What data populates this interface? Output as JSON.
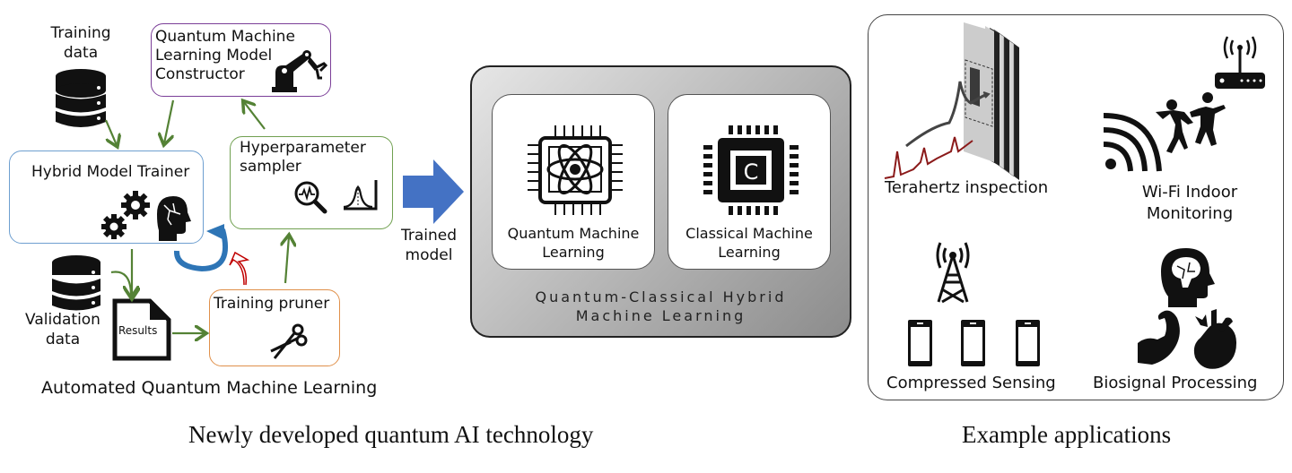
{
  "left_section": {
    "training_data_label": [
      "Training",
      "data"
    ],
    "constructor_box": {
      "title": [
        "Quantum Machine",
        "Learning Model",
        "Constructor"
      ],
      "icon": "robot-arm-icon",
      "border_color": "#7b3f98"
    },
    "trainer_box": {
      "title": "Hybrid Model Trainer",
      "icons": [
        "gears-icon",
        "brain-head-icon"
      ],
      "border_color": "#6e9fd0"
    },
    "hyperparameter_box": {
      "title": [
        "Hyperparameter",
        "sampler"
      ],
      "icons": [
        "magnifier-signal-icon",
        "gaussian-distribution-icon"
      ],
      "border_color": "#70a050"
    },
    "validation_data_label": [
      "Validation",
      "data"
    ],
    "results_label": "Results",
    "pruner_box": {
      "title": "Training pruner",
      "icon": "scissors-icon",
      "border_color": "#e0904a"
    },
    "section_title": "Automated Quantum Machine Learning",
    "arrow_color": "#548235",
    "loop_arrow_color": "#2e75b6",
    "prune_arrow_color": "#c00000"
  },
  "middle_section": {
    "arrow_label": [
      "Trained",
      "model"
    ],
    "arrow_color": "#4472c4",
    "quantum_card": {
      "title": [
        "Quantum Machine",
        "Learning"
      ],
      "icon": "quantum-chip-icon"
    },
    "classical_card": {
      "title": [
        "Classical Machine",
        "Learning"
      ],
      "icon": "classical-chip-icon",
      "chip_letter": "C"
    },
    "hybrid_title": [
      "Quantum-Classical Hybrid",
      "Machine Learning"
    ]
  },
  "right_section": {
    "apps": [
      {
        "label": "Terahertz inspection",
        "icon": "terahertz-panel-icon"
      },
      {
        "label": [
          "Wi-Fi Indoor",
          "Monitoring"
        ],
        "icon": "wifi-people-icon"
      },
      {
        "label": "Compressed Sensing",
        "icon": "tower-phones-icon"
      },
      {
        "label": "Biosignal Processing",
        "icon": "brain-muscle-heart-icon"
      }
    ]
  },
  "captions": {
    "left": "Newly developed quantum AI technology",
    "right": "Example applications"
  }
}
